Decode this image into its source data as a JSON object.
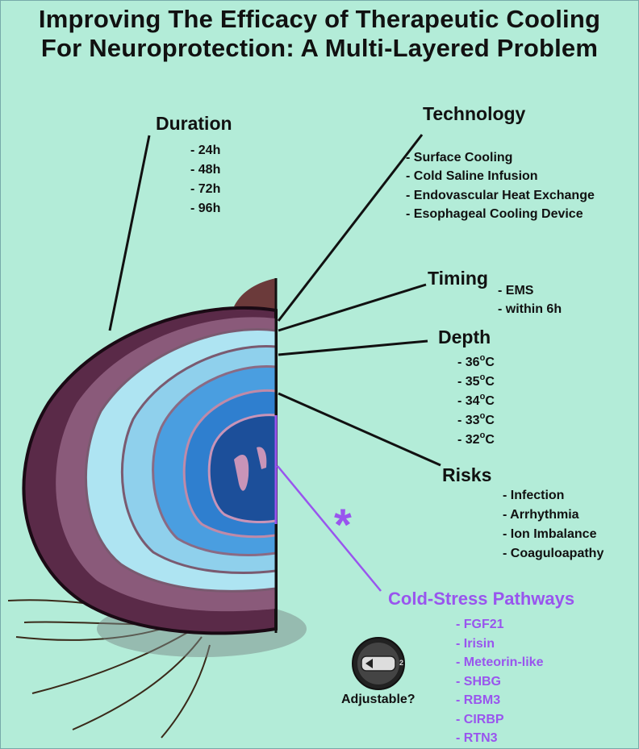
{
  "title": {
    "line1": "Improving The Efficacy of Therapeutic Cooling",
    "line2": "For Neuroprotection: A Multi-Layered Problem"
  },
  "sections": {
    "duration": {
      "heading": "Duration",
      "items": [
        "- 24h",
        "- 48h",
        "- 72h",
        "- 96h"
      ]
    },
    "technology": {
      "heading": "Technology",
      "items": [
        "- Surface Cooling",
        "- Cold Saline Infusion",
        "- Endovascular Heat Exchange",
        "- Esophageal Cooling Device"
      ]
    },
    "timing": {
      "heading": "Timing",
      "items": [
        "- EMS",
        "- within 6h"
      ]
    },
    "depth": {
      "heading": "Depth",
      "items": [
        "- 36",
        "- 35",
        "- 34",
        "- 33",
        "- 32"
      ],
      "unit": "o",
      "unit_suffix": "C"
    },
    "risks": {
      "heading": "Risks",
      "items": [
        "- Infection",
        "- Arrhythmia",
        "- Ion Imbalance",
        "- Coaguloapathy"
      ]
    },
    "cold_stress": {
      "heading": "Cold-Stress Pathways",
      "items": [
        "- FGF21",
        "- Irisin",
        "- Meteorin-like",
        "- SHBG",
        "- RBM3",
        "- CIRBP",
        "- RTN3"
      ],
      "marker": "*"
    }
  },
  "dial": {
    "label": "Adjustable?",
    "tick_label": "2",
    "icon": "dial-knob-icon"
  },
  "colors": {
    "background": "#b3ecd8",
    "purple_accent": "#9955ee",
    "onion_skin": "#5a2a48",
    "layer_light": "#aee4f2",
    "layer_mid": "#4a9ee0",
    "layer_core": "#1c4f9a"
  }
}
